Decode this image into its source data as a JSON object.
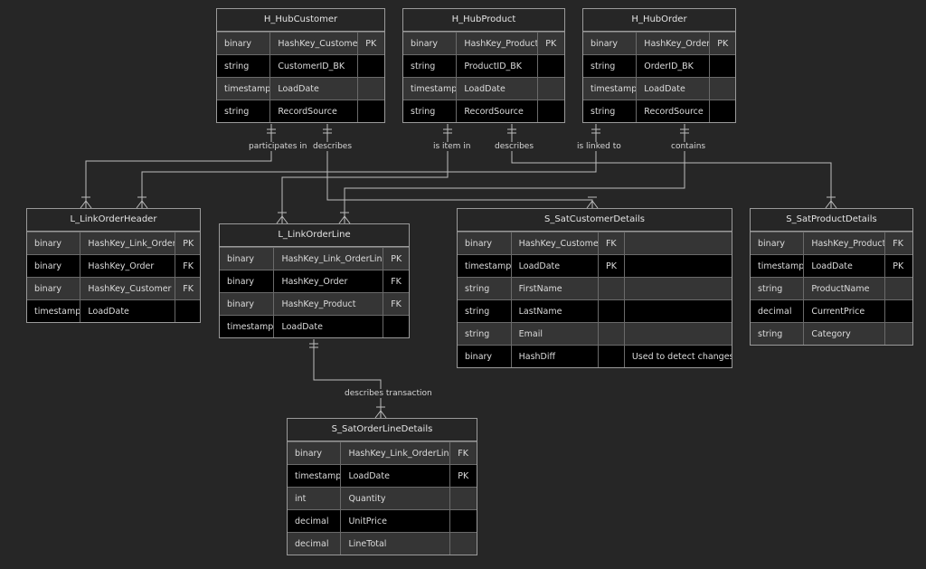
{
  "entities": [
    {
      "id": "hub_customer",
      "name": "H_HubCustomer",
      "rows": [
        [
          "binary",
          "HashKey_Customer",
          "PK"
        ],
        [
          "string",
          "CustomerID_BK",
          ""
        ],
        [
          "timestamp",
          "LoadDate",
          ""
        ],
        [
          "string",
          "RecordSource",
          ""
        ]
      ]
    },
    {
      "id": "hub_product",
      "name": "H_HubProduct",
      "rows": [
        [
          "binary",
          "HashKey_Product",
          "PK"
        ],
        [
          "string",
          "ProductID_BK",
          ""
        ],
        [
          "timestamp",
          "LoadDate",
          ""
        ],
        [
          "string",
          "RecordSource",
          ""
        ]
      ]
    },
    {
      "id": "hub_order",
      "name": "H_HubOrder",
      "rows": [
        [
          "binary",
          "HashKey_Order",
          "PK"
        ],
        [
          "string",
          "OrderID_BK",
          ""
        ],
        [
          "timestamp",
          "LoadDate",
          ""
        ],
        [
          "string",
          "RecordSource",
          ""
        ]
      ]
    },
    {
      "id": "link_order_header",
      "name": "L_LinkOrderHeader",
      "rows": [
        [
          "binary",
          "HashKey_Link_Order",
          "PK"
        ],
        [
          "binary",
          "HashKey_Order",
          "FK"
        ],
        [
          "binary",
          "HashKey_Customer",
          "FK"
        ],
        [
          "timestamp",
          "LoadDate",
          ""
        ]
      ]
    },
    {
      "id": "link_order_line",
      "name": "L_LinkOrderLine",
      "rows": [
        [
          "binary",
          "HashKey_Link_OrderLine",
          "PK"
        ],
        [
          "binary",
          "HashKey_Order",
          "FK"
        ],
        [
          "binary",
          "HashKey_Product",
          "FK"
        ],
        [
          "timestamp",
          "LoadDate",
          ""
        ]
      ]
    },
    {
      "id": "sat_customer_details",
      "name": "S_SatCustomerDetails",
      "rows": [
        [
          "binary",
          "HashKey_Customer",
          "FK",
          ""
        ],
        [
          "timestamp",
          "LoadDate",
          "PK",
          ""
        ],
        [
          "string",
          "FirstName",
          "",
          ""
        ],
        [
          "string",
          "LastName",
          "",
          ""
        ],
        [
          "string",
          "Email",
          "",
          ""
        ],
        [
          "binary",
          "HashDiff",
          "",
          "Used to detect changes"
        ]
      ]
    },
    {
      "id": "sat_product_details",
      "name": "S_SatProductDetails",
      "rows": [
        [
          "binary",
          "HashKey_Product",
          "FK"
        ],
        [
          "timestamp",
          "LoadDate",
          "PK"
        ],
        [
          "string",
          "ProductName",
          ""
        ],
        [
          "decimal",
          "CurrentPrice",
          ""
        ],
        [
          "string",
          "Category",
          ""
        ]
      ]
    },
    {
      "id": "sat_orderline_details",
      "name": "S_SatOrderLineDetails",
      "rows": [
        [
          "binary",
          "HashKey_Link_OrderLine",
          "FK"
        ],
        [
          "timestamp",
          "LoadDate",
          "PK"
        ],
        [
          "int",
          "Quantity",
          ""
        ],
        [
          "decimal",
          "UnitPrice",
          ""
        ],
        [
          "decimal",
          "LineTotal",
          ""
        ]
      ]
    }
  ],
  "relationships": [
    {
      "id": "participates_in",
      "label": "participates in"
    },
    {
      "id": "describes_customer",
      "label": "describes"
    },
    {
      "id": "is_item_in",
      "label": "is item in"
    },
    {
      "id": "describes_product",
      "label": "describes"
    },
    {
      "id": "is_linked_to",
      "label": "is linked to"
    },
    {
      "id": "contains",
      "label": "contains"
    },
    {
      "id": "describes_transaction",
      "label": "describes transaction"
    }
  ],
  "colors": {
    "background": "#262626",
    "border": "#9a9a9a",
    "edge": "#bdbdbd",
    "text": "#dcdcdc"
  }
}
